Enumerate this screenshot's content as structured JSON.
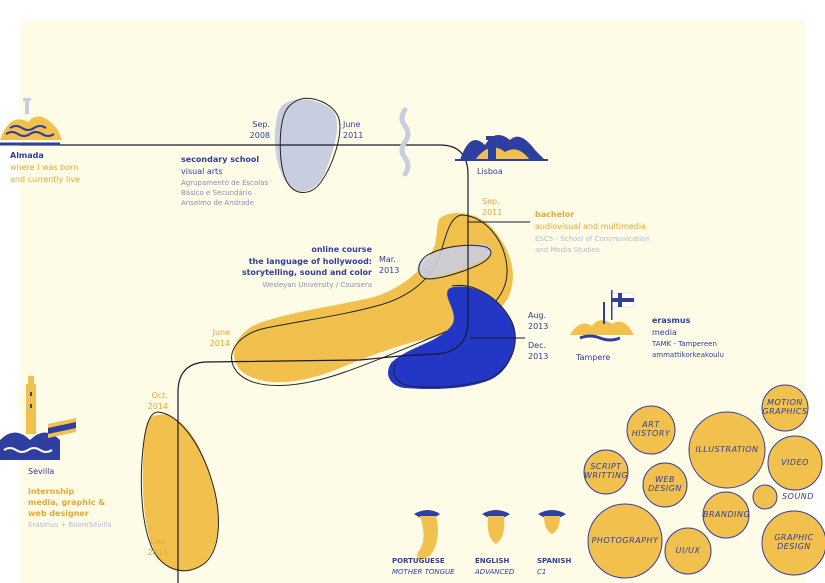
{
  "places": {
    "almada": {
      "name": "Almada",
      "desc1": "where I was born",
      "desc2": "and currently live"
    },
    "lisboa": {
      "name": "Lisboa"
    },
    "tampere": {
      "name": "Tampere"
    },
    "sevilla": {
      "name": "Sevilla"
    }
  },
  "secondary": {
    "start": [
      "Sep.",
      "2008"
    ],
    "end": [
      "June",
      "2011"
    ],
    "title": "secondary school",
    "subtitle": "visual arts",
    "inst": [
      "Agrupamento de Escolas",
      "Básico e Secundário",
      "Anselmo de Andrade"
    ]
  },
  "bachelor": {
    "start": [
      "Sep.",
      "2011"
    ],
    "title": "bachelor",
    "subtitle": "audiovisual and multimedia",
    "inst": [
      "ESCS - School of Communication",
      "and Media Studies"
    ]
  },
  "online": {
    "date": [
      "Mar.",
      "2013"
    ],
    "title": "online course",
    "lines": [
      "the language of hollywood:",
      "storytelling, sound and color"
    ],
    "inst": "Wesleyan University / Coursera"
  },
  "erasmus": {
    "start": [
      "Aug.",
      "2013"
    ],
    "end": [
      "Dec.",
      "2013"
    ],
    "title": "erasmus",
    "subtitle": "media",
    "inst": [
      "TAMK - Tampereen",
      "ammattikorkeakoulu"
    ]
  },
  "bachelor_end": [
    "June",
    "2014"
  ],
  "internship": {
    "start": [
      "Oct.",
      "2014"
    ],
    "end": [
      "Dec.",
      "2014"
    ],
    "title": [
      "internship",
      "media, graphic &",
      "web designer"
    ],
    "inst": "Erasmus + BoomSevilla"
  },
  "languages": [
    {
      "name": "PORTUGUESE",
      "level": "MOTHER TONGUE"
    },
    {
      "name": "ENGLISH",
      "level": "ADVANCED"
    },
    {
      "name": "SPANISH",
      "level": "C1"
    }
  ],
  "skills": {
    "art_history": "ART HISTORY",
    "motion_graphics": "MOTION GRAPHICS",
    "illustration": "ILLUSTRATION",
    "video": "VIDEO",
    "script_writing": "SCRIPT WRITTING",
    "web_design": "WEB DESIGN",
    "sound": "SOUND",
    "branding": "BRANDING",
    "photography": "PHOTOGRAPHY",
    "ui_ux": "UI/UX",
    "graphic_design": "GRAPHIC DESIGN"
  },
  "colors": {
    "navy": "#2f3fa0",
    "gold": "#f2c04c",
    "cream": "#fffbe6",
    "grey": "#c9cde0"
  }
}
